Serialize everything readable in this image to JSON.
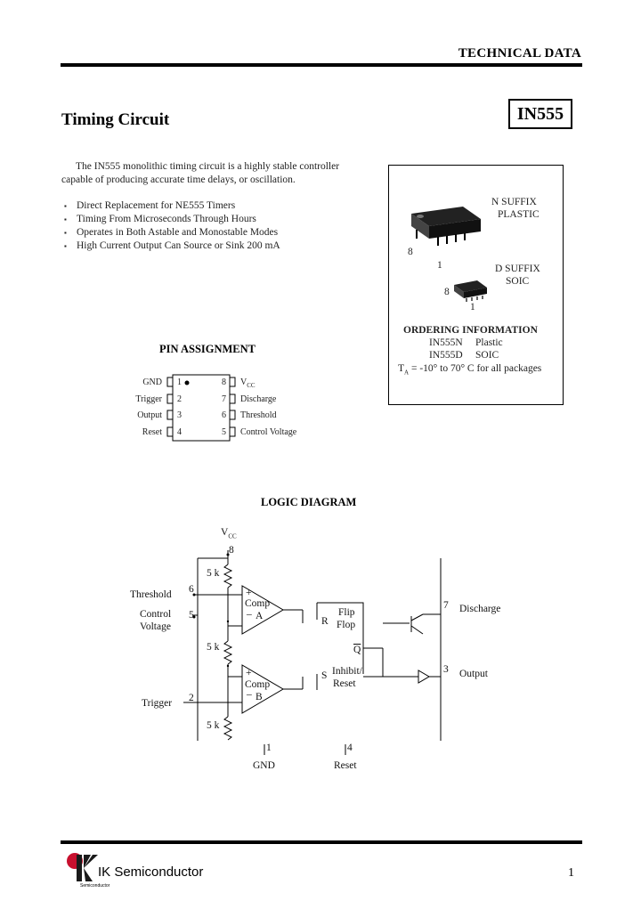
{
  "header": {
    "section_label": "TECHNICAL DATA"
  },
  "doc": {
    "title": "Timing Circuit",
    "part_number": "IN555"
  },
  "intro": {
    "line1": "The IN555 monolithic timing circuit is a highly stable controller",
    "line2": "capable of producing accurate time delays, or oscillation."
  },
  "features": [
    "Direct Replacement for NE555 Timers",
    "Timing From Microseconds Through Hours",
    "Operates in Both Astable and Monostable Modes",
    "High Current Output Can Source or Sink 200 mA"
  ],
  "packages": {
    "n_suffix": "N SUFFIX",
    "n_type": "PLASTIC",
    "d_suffix": "D SUFFIX",
    "d_type": "SOIC",
    "dip_pin8": "8",
    "dip_pin1": "1",
    "soic_pin8": "8",
    "soic_pin1": "1",
    "ordering_title": "ORDERING INFORMATION",
    "order1_part": "IN555N",
    "order1_type": "Plastic",
    "order2_part": "IN555D",
    "order2_type": "SOIC",
    "temp_sym": "T",
    "temp_sub": "A",
    "temp_range": "= -10° to 70° C for all packages"
  },
  "pin_assignment": {
    "title": "PIN ASSIGNMENT",
    "left": [
      {
        "num": "1",
        "name": "GND"
      },
      {
        "num": "2",
        "name": "Trigger"
      },
      {
        "num": "3",
        "name": "Output"
      },
      {
        "num": "4",
        "name": "Reset"
      }
    ],
    "right": [
      {
        "num": "8",
        "name": "V",
        "sub": "CC"
      },
      {
        "num": "7",
        "name": "Discharge"
      },
      {
        "num": "6",
        "name": "Threshold"
      },
      {
        "num": "5",
        "name": "Control Voltage"
      }
    ]
  },
  "logic_diagram": {
    "title": "LOGIC DIAGRAM",
    "vcc": "V",
    "vcc_sub": "CC",
    "vcc_pin": "8",
    "threshold": "Threshold",
    "threshold_pin": "6",
    "control1": "Control",
    "control2": "Voltage",
    "control_pin": "5",
    "trigger": "Trigger",
    "trigger_pin": "2",
    "res1": "5 k",
    "res2": "5 k",
    "res3": "5 k",
    "comp_a_plus": "+",
    "comp_a_name": "Comp",
    "comp_a_minus": "_",
    "comp_a_letter": "A",
    "comp_b_plus": "+",
    "comp_b_name": "Comp",
    "comp_b_minus": "_",
    "comp_b_letter": "B",
    "ff_r": "R",
    "ff_name1": "Flip",
    "ff_name2": "Flop",
    "ff_qbar": "Q",
    "inh_s": "S",
    "inh_name1": "Inhibit/",
    "inh_name2": "Reset",
    "discharge": "Discharge",
    "discharge_pin": "7",
    "output": "Output",
    "output_pin": "3",
    "gnd": "GND",
    "gnd_pin": "1",
    "reset": "Reset",
    "reset_pin": "4"
  },
  "footer": {
    "company": "IK Semiconductor",
    "logo_text": "Semiconductor",
    "page": "1"
  }
}
